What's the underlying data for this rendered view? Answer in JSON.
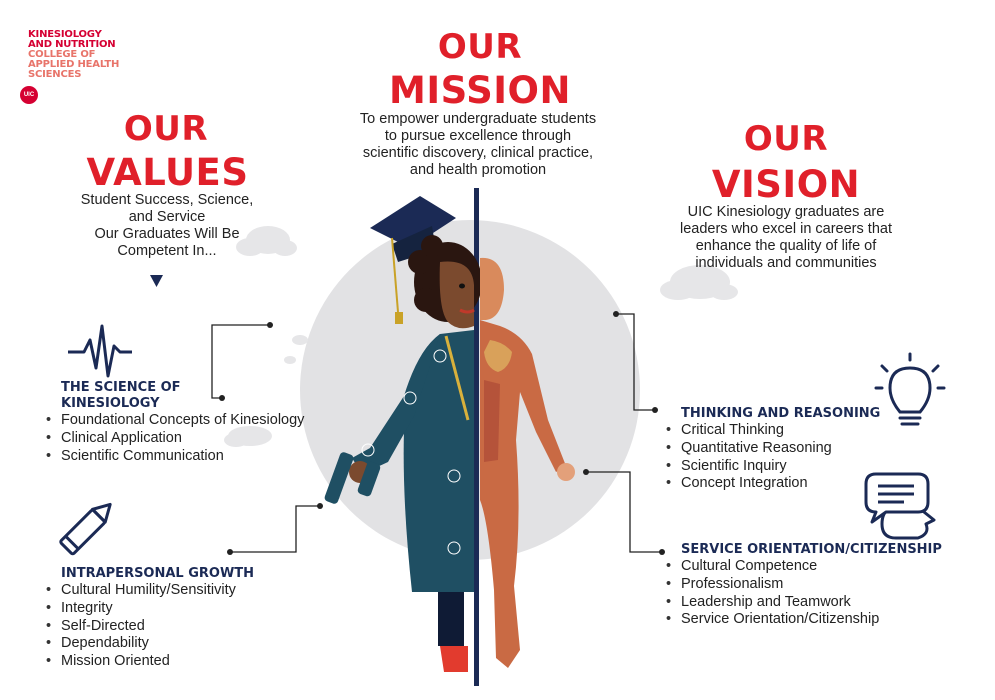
{
  "brand": {
    "line1": "KINESIOLOGY",
    "line2": "AND NUTRITION",
    "line3": "COLLEGE OF",
    "line4": "APPLIED HEALTH",
    "line5": "SCIENCES",
    "logo_text": "UIC"
  },
  "mission": {
    "title_word1": "OUR",
    "title_word2": "MISSION",
    "text_lines": [
      "To empower undergraduate students",
      "to pursue excellence through",
      "scientific discovery, clinical practice,",
      "and health promotion"
    ]
  },
  "values": {
    "title_word1": "OUR",
    "title_word2": "VALUES",
    "text_lines": [
      "Student Success, Science,",
      "and Service",
      "Our Graduates Will Be",
      "Competent In..."
    ]
  },
  "vision": {
    "title_word1": "OUR",
    "title_word2": "VISION",
    "text_lines": [
      "UIC Kinesiology graduates are",
      "leaders who excel in careers that",
      "enhance the quality of life of",
      "individuals and communities"
    ]
  },
  "sections": {
    "science": {
      "title_line1": "THE SCIENCE OF",
      "title_line2": "KINESIOLOGY",
      "items": [
        "Foundational Concepts of Kinesiology",
        "Clinical Application",
        "Scientific Communication"
      ]
    },
    "intrapersonal": {
      "title": "INTRAPERSONAL GROWTH",
      "items": [
        "Cultural Humility/Sensitivity",
        "Integrity",
        "Self-Directed",
        "Dependability",
        "Mission Oriented"
      ]
    },
    "thinking": {
      "title": "THINKING AND REASONING",
      "items": [
        "Critical Thinking",
        "Quantitative Reasoning",
        "Scientific Inquiry",
        "Concept Integration"
      ]
    },
    "service": {
      "title": "SERVICE ORIENTATION/CITIZENSHIP",
      "items": [
        "Cultural Competence",
        "Professionalism",
        "Leadership and Teamwork",
        "Service Orientation/Citizenship"
      ]
    }
  },
  "icons": {
    "heartbeat": "heartbeat-icon",
    "pencil": "pencil-icon",
    "lightbulb": "lightbulb-icon",
    "chat": "chat-bubbles-icon"
  },
  "colors": {
    "title_red": "#e0202a",
    "navy": "#1b2a55",
    "gown_teal": "#1f4f63",
    "circle_gray": "#e2e2e4"
  }
}
